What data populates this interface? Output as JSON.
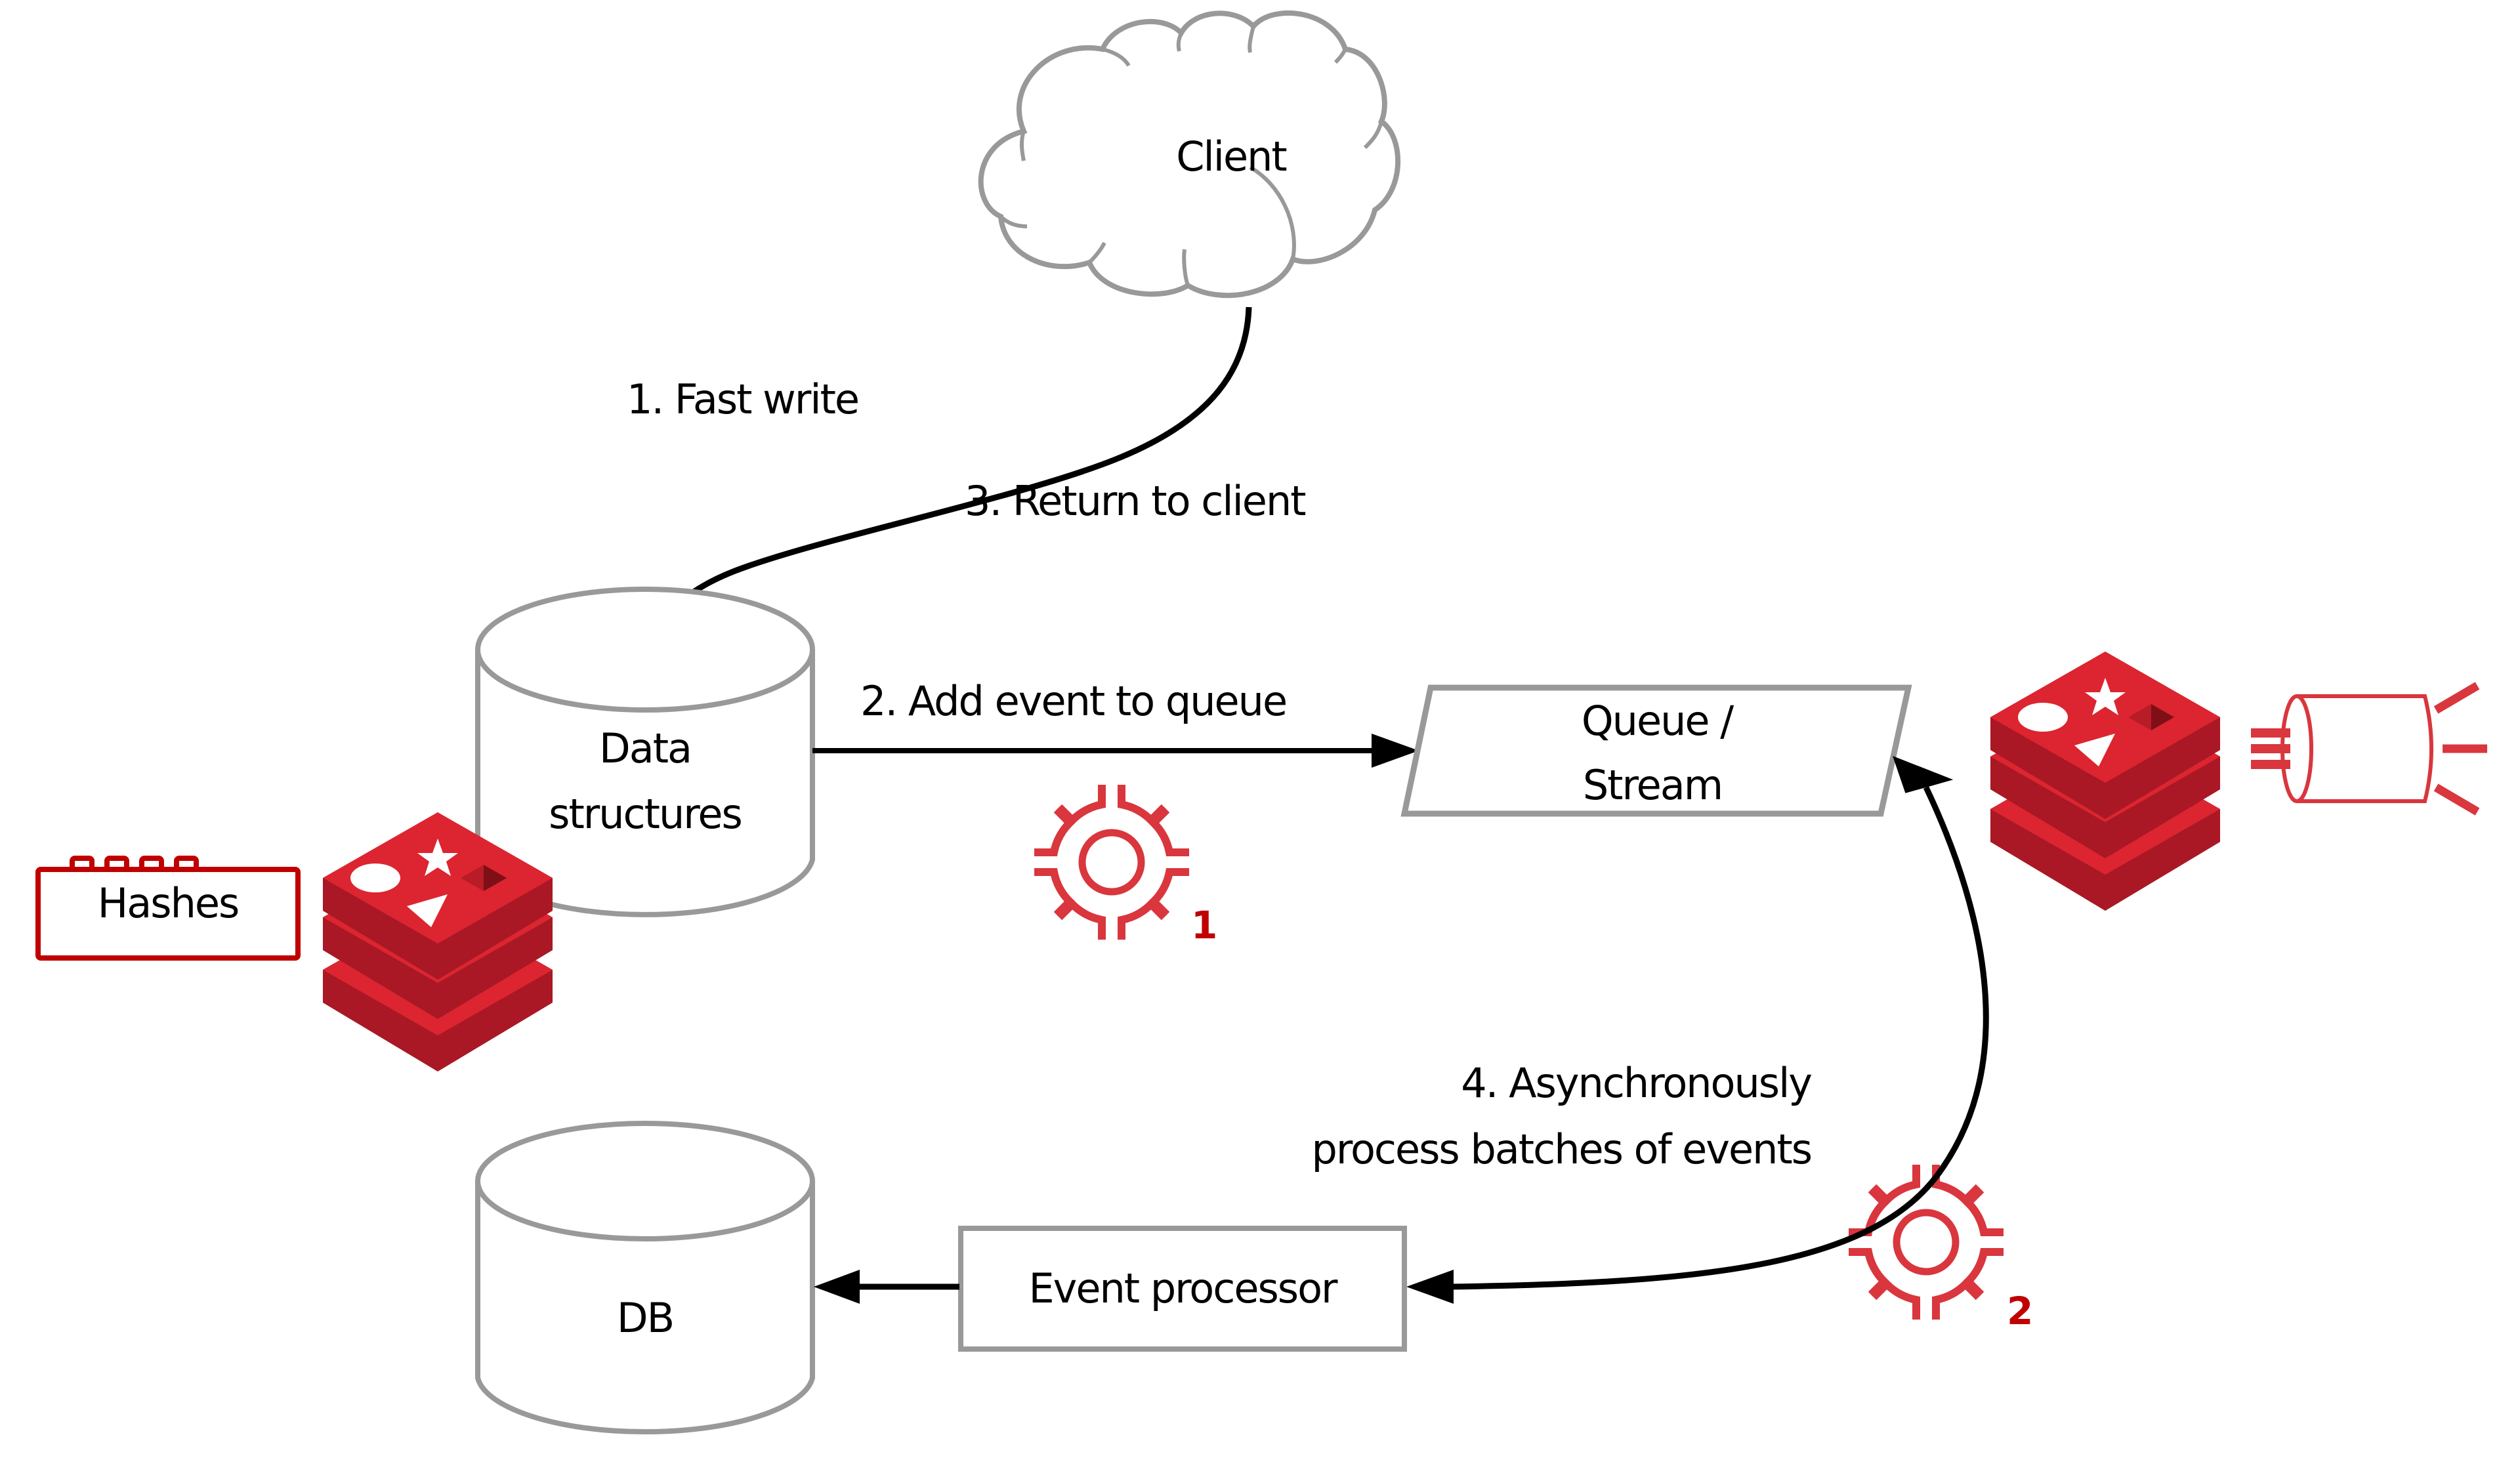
{
  "diagram": {
    "title": "",
    "colors": {
      "redis_red": "#dc2530",
      "redis_dark": "#a91824",
      "redis_darker": "#7f0f16",
      "icon_red": "#d9363e",
      "number_red": "#c00000",
      "shape_stroke": "#999999",
      "arrow": "#000000"
    },
    "nodes": {
      "client": {
        "label": "Client",
        "shape": "cloud"
      },
      "data_structures": {
        "label_line1": "Data",
        "label_line2": "structures",
        "shape": "cylinder"
      },
      "queue": {
        "label_line1": "Queue /",
        "label_line2": "Stream",
        "shape": "parallelogram"
      },
      "hashes": {
        "label": "Hashes",
        "shape": "lego-brick"
      },
      "db": {
        "label": "DB",
        "shape": "cylinder"
      },
      "event_processor": {
        "label": "Event processor",
        "shape": "rectangle"
      }
    },
    "edges": [
      {
        "from": "client",
        "to": "data_structures",
        "label": "1. Fast write"
      },
      {
        "from": "data_structures",
        "to": "queue",
        "label": "2. Add event to queue"
      },
      {
        "from": "data_structures",
        "to": "client",
        "label": "3. Return to client"
      },
      {
        "from": "queue",
        "to": "event_processor",
        "label_line1": "4. Asynchronously",
        "label_line2": "process batches of events",
        "bidirectional": true
      },
      {
        "from": "event_processor",
        "to": "db",
        "label": ""
      }
    ],
    "icons": {
      "redis_logo_left": "redis-logo-icon",
      "redis_logo_right": "redis-logo-icon",
      "stream_icon": "stream-icon",
      "gear_1": {
        "icon": "gear-icon",
        "badge": "1"
      },
      "gear_2": {
        "icon": "gear-icon",
        "badge": "2"
      }
    }
  }
}
